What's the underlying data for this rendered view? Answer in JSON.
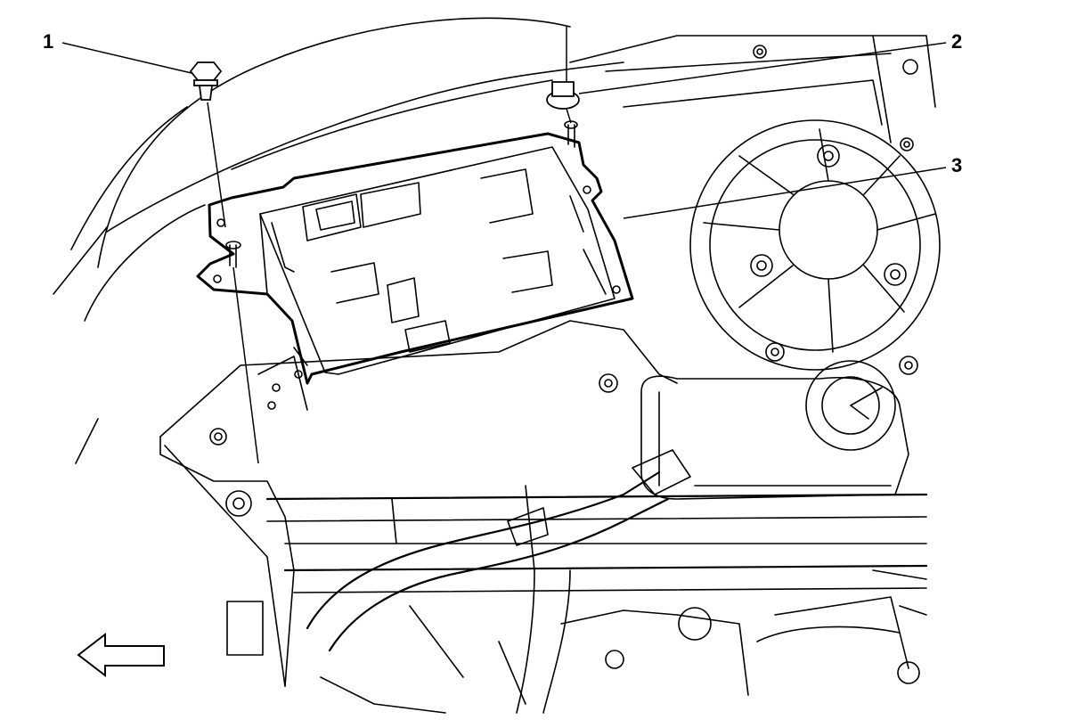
{
  "callouts": [
    {
      "id": "1",
      "label": "1"
    },
    {
      "id": "2",
      "label": "2"
    },
    {
      "id": "3",
      "label": "3"
    }
  ],
  "direction_arrow": {
    "icon": "arrow-left-icon",
    "meaning": "vehicle front"
  }
}
